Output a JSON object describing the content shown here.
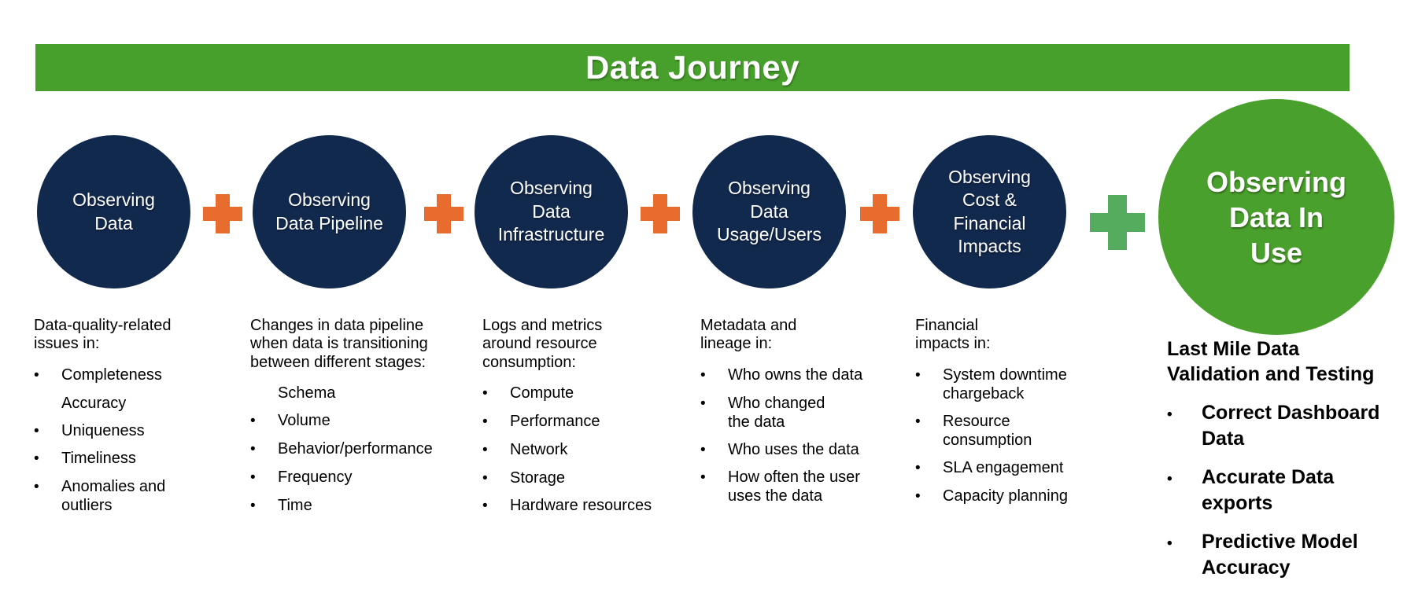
{
  "banner": {
    "title": "Data Journey"
  },
  "palette": {
    "banner_green": "#47a02b",
    "circle_navy": "#12294e",
    "highlight_circle_green": "#4aa02c",
    "plus_orange": "#e86c2d",
    "plus_green": "#55ab5e",
    "text_white": "#ffffff",
    "text_black": "#000000"
  },
  "stages": [
    {
      "circle_text": "Observing\nData",
      "description": "Data-quality-related\nissues in:",
      "items": [
        {
          "text": "Completeness",
          "bulleted": true
        },
        {
          "text": "Accuracy",
          "bulleted": false
        },
        {
          "text": "Uniqueness",
          "bulleted": true
        },
        {
          "text": "Timeliness",
          "bulleted": true
        },
        {
          "text": "Anomalies and\noutliers",
          "bulleted": true
        }
      ]
    },
    {
      "circle_text": "Observing\nData Pipeline",
      "description": "Changes in data pipeline\nwhen data is transitioning\nbetween different stages:",
      "items": [
        {
          "text": "Schema",
          "bulleted": false
        },
        {
          "text": "Volume",
          "bulleted": true
        },
        {
          "text": "Behavior/performance",
          "bulleted": true
        },
        {
          "text": "Frequency",
          "bulleted": true
        },
        {
          "text": "Time",
          "bulleted": true
        }
      ]
    },
    {
      "circle_text": "Observing\nData\nInfrastructure",
      "description": "Logs and metrics\naround resource\nconsumption:",
      "items": [
        {
          "text": "Compute",
          "bulleted": true
        },
        {
          "text": "Performance",
          "bulleted": true
        },
        {
          "text": "Network",
          "bulleted": true
        },
        {
          "text": "Storage",
          "bulleted": true
        },
        {
          "text": "Hardware resources",
          "bulleted": true
        }
      ]
    },
    {
      "circle_text": "Observing\nData\nUsage/Users",
      "description": "Metadata and\nlineage in:",
      "items": [
        {
          "text": "Who owns the data",
          "bulleted": true
        },
        {
          "text": "Who changed\nthe data",
          "bulleted": true
        },
        {
          "text": "Who uses the data",
          "bulleted": true
        },
        {
          "text": "How often the user\nuses the data",
          "bulleted": true
        }
      ]
    },
    {
      "circle_text": "Observing\nCost &\nFinancial\nImpacts",
      "description": "Financial\nimpacts in:",
      "items": [
        {
          "text": "System downtime\nchargeback",
          "bulleted": true
        },
        {
          "text": "Resource\nconsumption",
          "bulleted": true
        },
        {
          "text": "SLA engagement",
          "bulleted": true
        },
        {
          "text": "Capacity planning",
          "bulleted": true
        }
      ]
    },
    {
      "circle_text": "Observing\nData In\nUse",
      "description": "Last Mile Data\nValidation and Testing",
      "items": [
        {
          "text": "Correct Dashboard\nData",
          "bulleted": true
        },
        {
          "text": "Accurate Data\nexports",
          "bulleted": true
        },
        {
          "text": "Predictive Model\nAccuracy",
          "bulleted": true
        }
      ]
    }
  ]
}
